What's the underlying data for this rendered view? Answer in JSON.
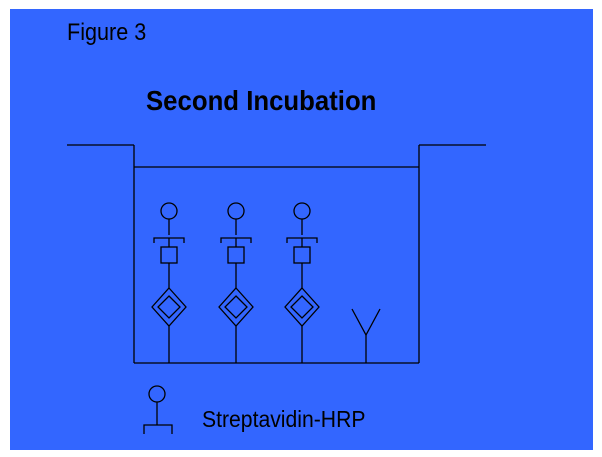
{
  "figure_label": "Figure 3",
  "title": "Second Incubation",
  "legend": {
    "label": "Streptavidin-HRP",
    "icon": "streptavidin-hrp-symbol"
  },
  "colors": {
    "background": "#3366ff",
    "line": "#000000"
  },
  "well": {
    "complexes": [
      {
        "parts": [
          "streptavidin-hrp",
          "biotin-label",
          "antigen",
          "antibody"
        ]
      },
      {
        "parts": [
          "streptavidin-hrp",
          "biotin-label",
          "antigen",
          "antibody"
        ]
      },
      {
        "parts": [
          "streptavidin-hrp",
          "biotin-label",
          "antigen",
          "antibody"
        ]
      },
      {
        "parts": [
          "antibody"
        ]
      }
    ]
  }
}
